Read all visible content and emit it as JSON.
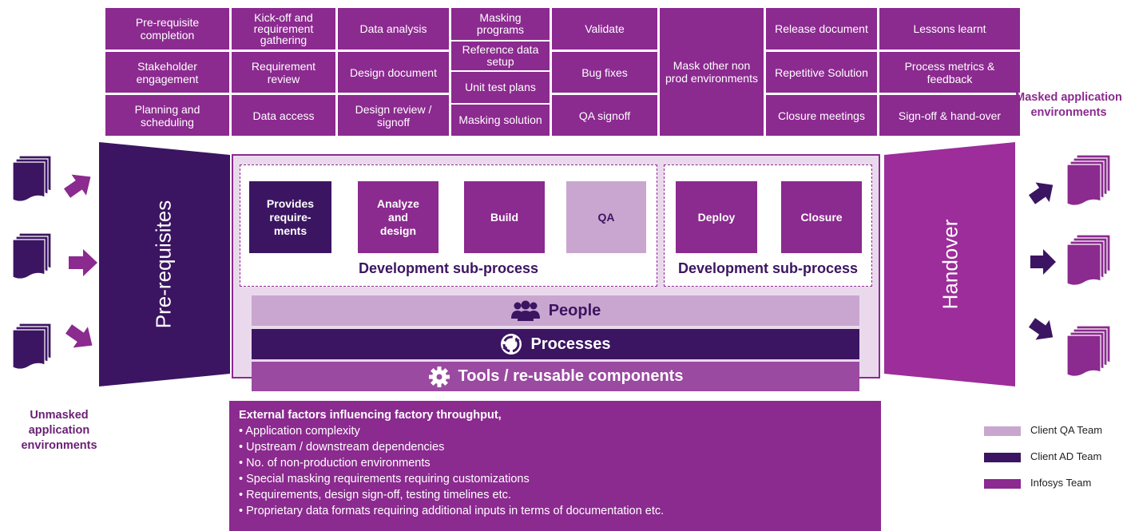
{
  "colors": {
    "infosys": "#8b2a8f",
    "client_ad": "#3b1562",
    "client_qa": "#c9a6cf",
    "light_bg": "#ead9ed",
    "handover": "#9c2d9a"
  },
  "activities": {
    "col1": [
      "Pre-requisite completion",
      "Stakeholder engagement",
      "Planning and scheduling"
    ],
    "col2": [
      "Kick-off and requirement gathering",
      "Requirement review",
      "Data access"
    ],
    "col3": [
      "Data analysis",
      "Design document",
      "Design review / signoff"
    ],
    "col4": [
      "Masking programs",
      "Reference data setup",
      "Unit test plans",
      "Masking solution"
    ],
    "col5": [
      "Validate",
      "Bug fixes",
      "QA signoff"
    ],
    "col6": [
      "Mask other non prod environments"
    ],
    "col7": [
      "Release document",
      "Repetitive Solution",
      "Closure meetings"
    ],
    "col8": [
      "Lessons learnt",
      "Process metrics & feedback",
      "Sign-off & hand-over"
    ]
  },
  "left_funnel": {
    "label": "Pre-requisites"
  },
  "right_funnel": {
    "label": "Handover"
  },
  "stages": {
    "group1": [
      "Provides requirements",
      "Analyze and design",
      "Build",
      "QA"
    ],
    "group2": [
      "Deploy",
      "Closure"
    ],
    "group1_label": "Development sub-process",
    "group2_label": "Development sub-process"
  },
  "stage_display": {
    "provides": "Provides\nrequire-\nments",
    "analyze": "Analyze\nand\ndesign"
  },
  "bands": {
    "people": "People",
    "processes": "Processes",
    "tools": "Tools / re-usable components"
  },
  "input_label": "Unmasked application environments",
  "output_label": "Masked application environments",
  "external": {
    "title": "External factors influencing factory throughput,",
    "items": [
      "• Application complexity",
      "• Upstream / downstream dependencies",
      "• No. of non-production environments",
      "• Special masking requirements requiring customizations",
      "• Requirements, design sign-off, testing timelines etc.",
      "• Proprietary data formats requiring additional inputs in terms of documentation etc."
    ]
  },
  "legend": [
    "Client QA Team",
    "Client AD Team",
    "Infosys Team"
  ],
  "icons": [
    "document-stack-icon",
    "arrow-icon",
    "people-icon",
    "cycle-icon",
    "gear-icon"
  ]
}
